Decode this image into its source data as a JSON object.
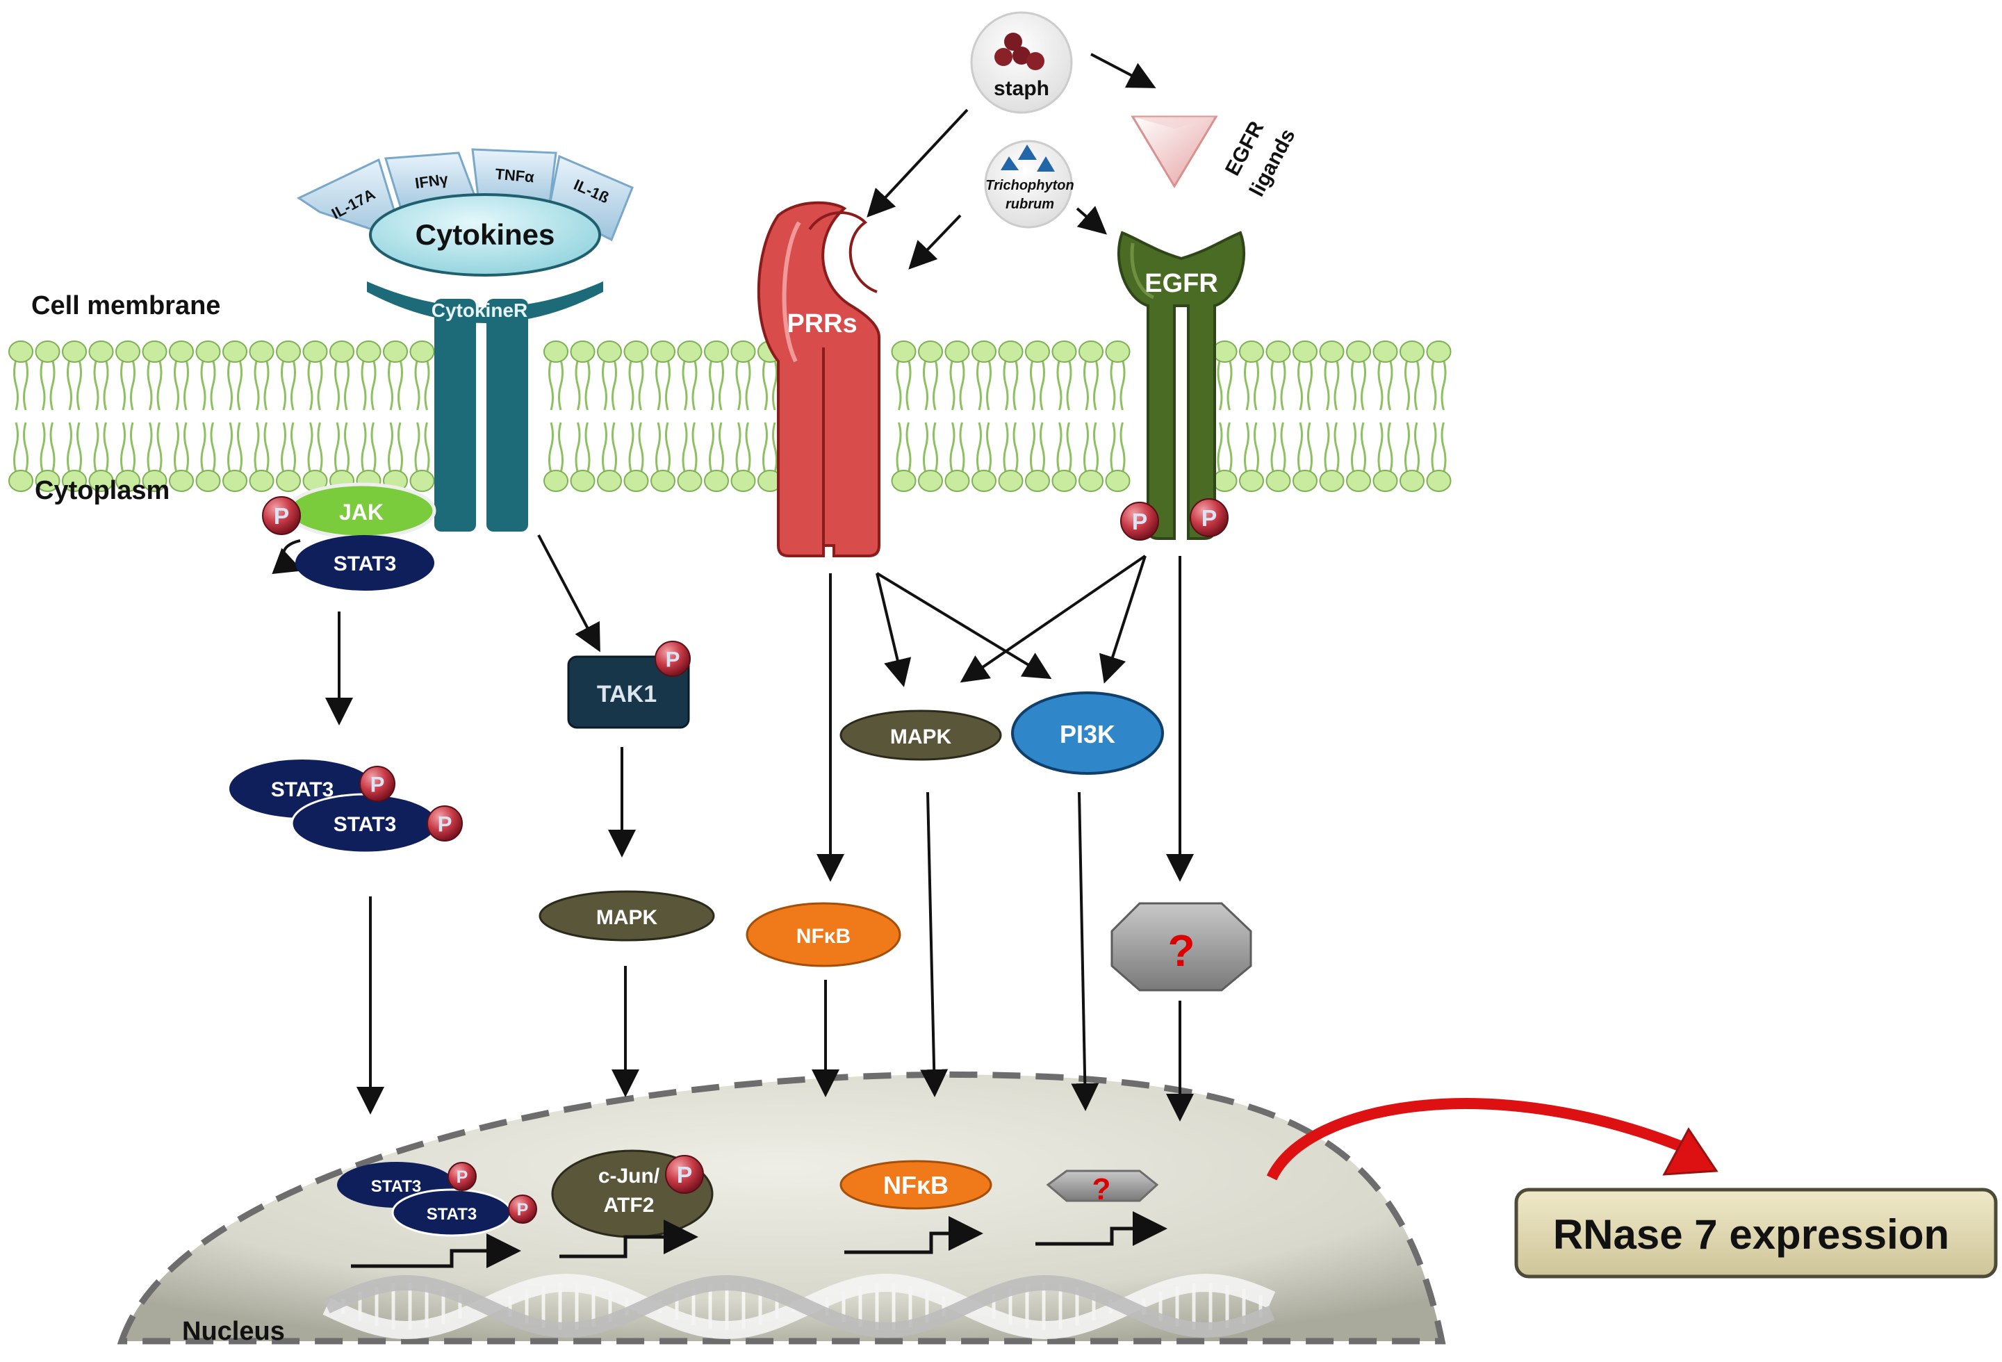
{
  "labels": {
    "cell_membrane": "Cell membrane",
    "cytoplasm": "Cytoplasm",
    "nucleus": "Nucleus"
  },
  "cytokines": {
    "title": "Cytokines",
    "items": [
      "IL-17A",
      "IFNγ",
      "TNFα",
      "IL-1ß"
    ],
    "receptor": "CytokineR"
  },
  "pathogens": {
    "staph": "staph",
    "trichophyton_line1": "Trichophyton",
    "trichophyton_line2": "rubrum"
  },
  "receptors": {
    "prr": "PRRs",
    "egfr": "EGFR",
    "egfr_ligands_line1": "EGFR",
    "egfr_ligands_line2": "ligands"
  },
  "phospho": "P",
  "cytoplasm_nodes": {
    "jak": "JAK",
    "stat3": "STAT3",
    "tak1": "TAK1",
    "mapk_left": "MAPK",
    "mapk_right": "MAPK",
    "pi3k": "PI3K",
    "nfkb": "NFκB",
    "unknown": "?"
  },
  "nucleus_nodes": {
    "stat3": "STAT3",
    "cjun_line1": "c-Jun/",
    "cjun_line2": "ATF2",
    "nfkb": "NFκB",
    "unknown": "?"
  },
  "output": "RNase 7 expression",
  "colors": {
    "membrane_head": "#c8eba0",
    "cytokine_receptor": "#1d6b78",
    "prr": "#d94c4c",
    "egfr": "#4a6b24",
    "stat3": "#0f1f5c",
    "jak": "#7acc3c",
    "mapk": "#5a563a",
    "pi3k": "#2f86c8",
    "nfkb": "#f07a1a",
    "output_box": "#e3dcb4",
    "arrow_red": "#dd1111"
  }
}
